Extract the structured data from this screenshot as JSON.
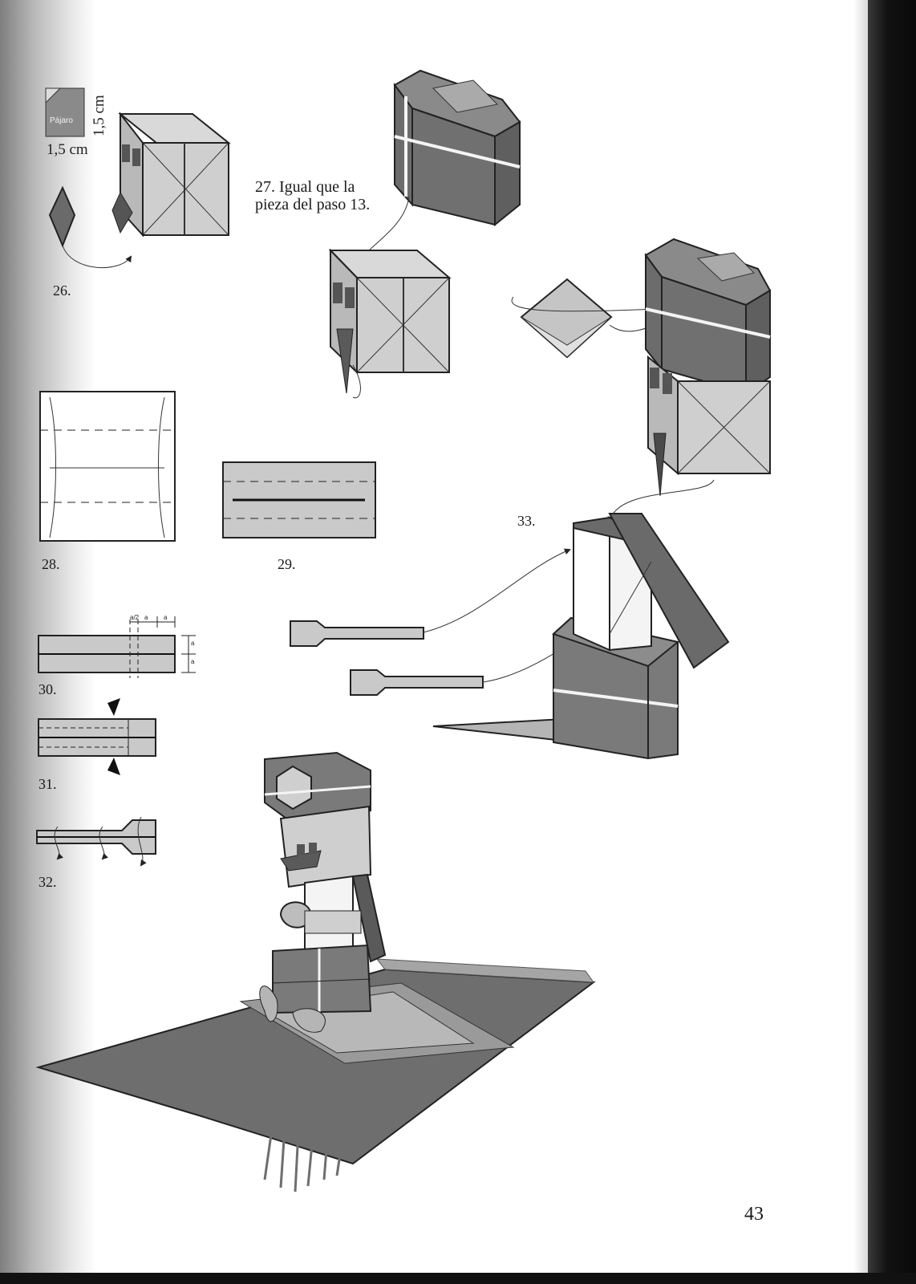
{
  "steps": {
    "s26": "26.",
    "s27_note_line1": "27. Igual que la",
    "s27_note_line2": "pieza del paso 13.",
    "s28": "28.",
    "s29": "29.",
    "s30": "30.",
    "s31": "31.",
    "s32": "32.",
    "s33": "33."
  },
  "dimensions": {
    "width": "1,5 cm",
    "height": "1,5 cm",
    "paper_label": "Pájaro",
    "mark_half": "a/2",
    "mark_a": "a"
  },
  "page_number": "43",
  "colors": {
    "dark_paper": "#6f6f6f",
    "light_paper": "#c9c9c9",
    "mid_paper": "#9a9a9a",
    "line": "#1f1f1f"
  }
}
